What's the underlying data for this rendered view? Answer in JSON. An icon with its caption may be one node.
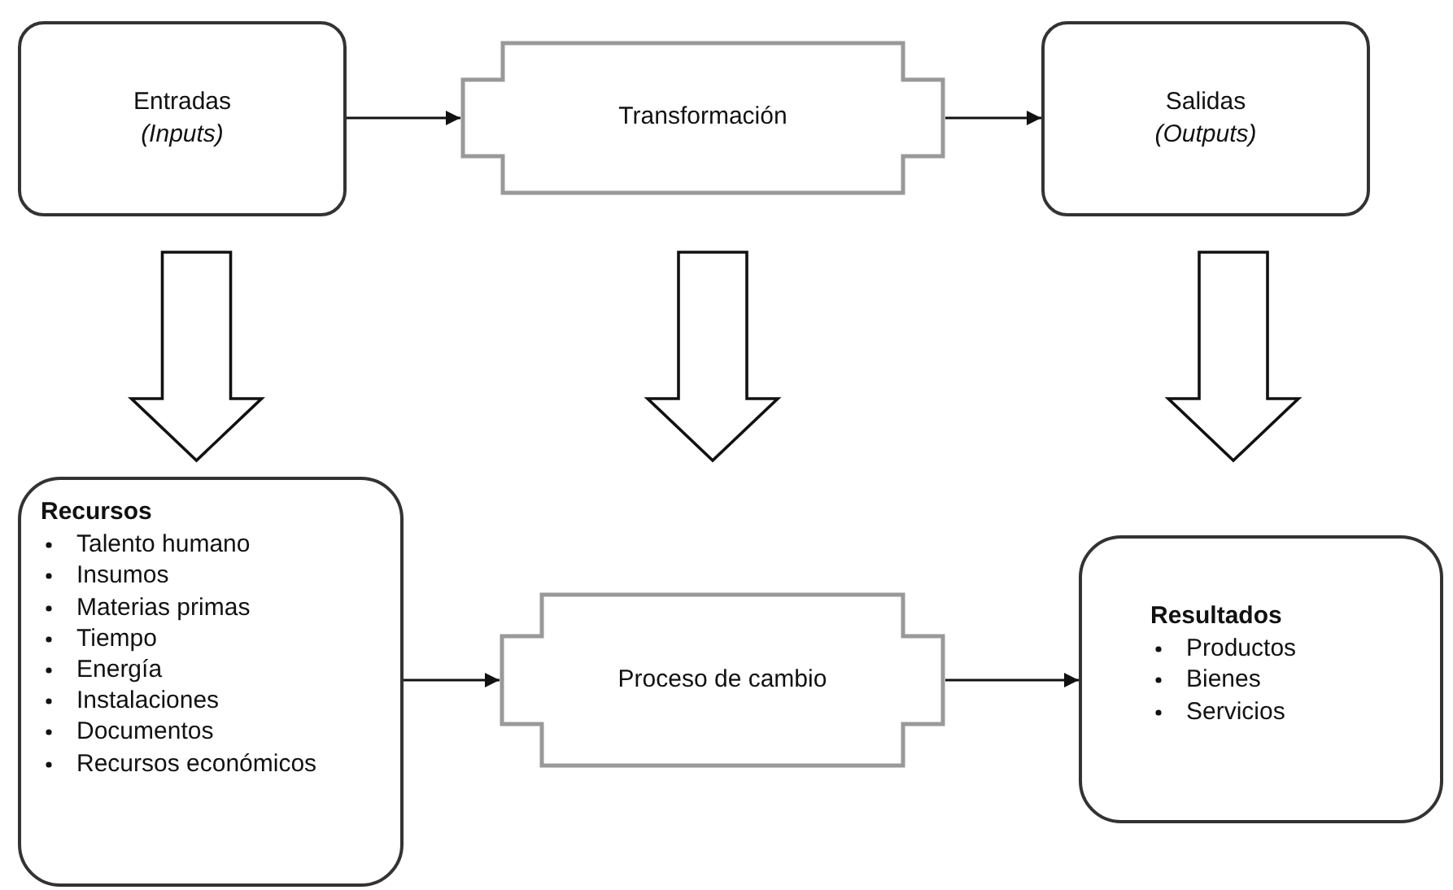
{
  "diagram": {
    "nodes": [
      {
        "text": [
          "Entradas",
          "(Inputs)"
        ]
      },
      {
        "text": [
          "Transformación"
        ]
      },
      {
        "text": [
          "Salidas",
          "(Outputs)"
        ]
      },
      {
        "text": [
          "Recursos",
          "Talento humano",
          "Insumos",
          "Materias primas",
          "Tiempo",
          "Energía",
          "Instalaciones",
          "Documentos",
          "Recursos económicos"
        ]
      },
      {
        "text": [
          "Proceso de cambio"
        ]
      },
      {
        "text": [
          "Resultados",
          "Productos",
          "Bienes",
          "Servicios"
        ]
      }
    ],
    "edges": [
      {
        "from": 0,
        "to": 1,
        "arrow": "to"
      },
      {
        "from": 1,
        "to": 2,
        "arrow": "to"
      },
      {
        "from": 0,
        "to": 3,
        "arrow": "to",
        "style": "thick"
      },
      {
        "from": 1,
        "to": 4,
        "arrow": "to",
        "style": "thick"
      },
      {
        "from": 2,
        "to": 5,
        "arrow": "to",
        "style": "thick"
      },
      {
        "from": 3,
        "to": 4,
        "arrow": "to"
      },
      {
        "from": 4,
        "to": 5,
        "arrow": "to"
      }
    ]
  }
}
